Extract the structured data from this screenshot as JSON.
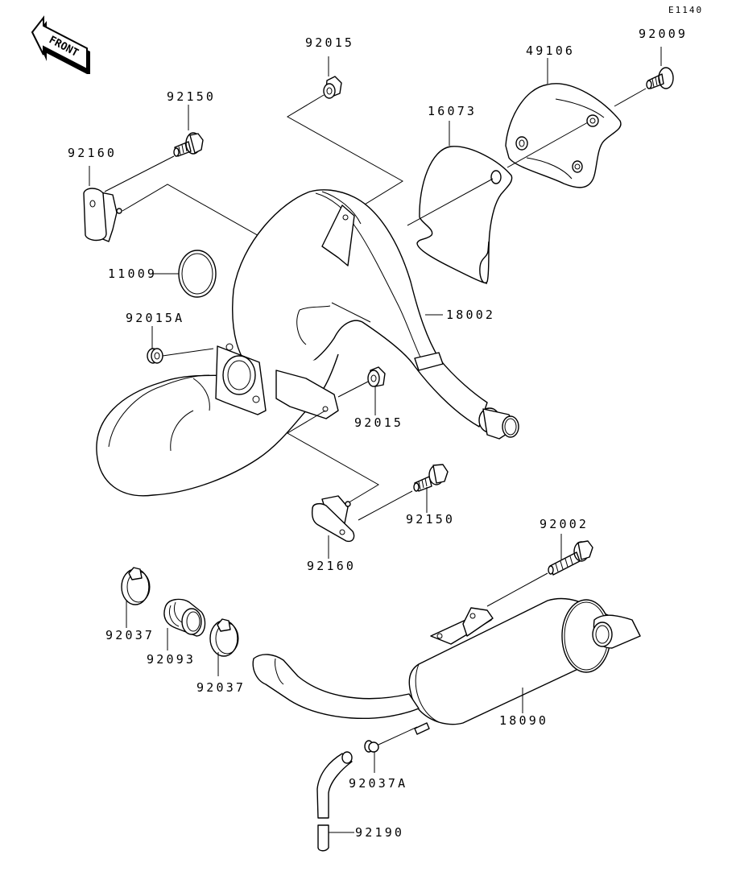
{
  "diagram": {
    "code": "E1140",
    "front_label": "FRONT",
    "parts": {
      "p92009": "92009",
      "p49106": "49106",
      "p92015_top": "92015",
      "p16073": "16073",
      "p92150_top": "92150",
      "p92160_top": "92160",
      "p11009": "11009",
      "p18002": "18002",
      "p92015A": "92015A",
      "p92015_mid": "92015",
      "p92150_bot": "92150",
      "p92160_bot": "92160",
      "p92002": "92002",
      "p92037_left": "92037",
      "p92093": "92093",
      "p92037_right": "92037",
      "p18090": "18090",
      "p92037A": "92037A",
      "p92190": "92190"
    }
  }
}
